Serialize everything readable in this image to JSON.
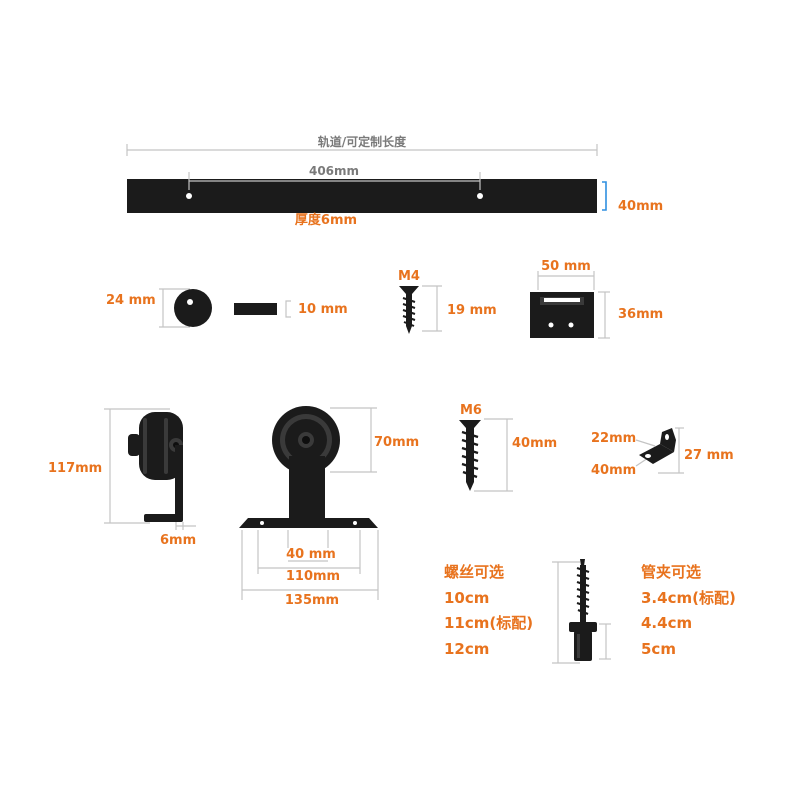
{
  "rail": {
    "length_label": "轨道/可定制长度",
    "spacing_label": "406mm",
    "height_label": "40mm",
    "thickness_label": "厚度6mm"
  },
  "stopper": {
    "diameter_label": "24 mm"
  },
  "spacer": {
    "length_label": "10 mm"
  },
  "screw_m4": {
    "size_label": "M4",
    "length_label": "19 mm"
  },
  "guide": {
    "width_label": "50 mm",
    "height_label": "36mm"
  },
  "roller": {
    "height_label": "117mm",
    "thickness_label": "6mm"
  },
  "hanger": {
    "wheel_height_label": "70mm",
    "width_small_label": "40 mm",
    "width_mid_label": "110mm",
    "width_full_label": "135mm"
  },
  "screw_m6": {
    "size_label": "M6",
    "length_label": "40mm"
  },
  "bracket": {
    "width_label": "22mm",
    "length_label": "40mm",
    "height_label": "27 mm"
  },
  "screw_options": {
    "title": "螺丝可选",
    "items": [
      "10cm",
      "11cm(标配)",
      "12cm"
    ]
  },
  "clamp_options": {
    "title": "管夹可选",
    "items": [
      "3.4cm(标配)",
      "4.4cm",
      "5cm"
    ]
  }
}
